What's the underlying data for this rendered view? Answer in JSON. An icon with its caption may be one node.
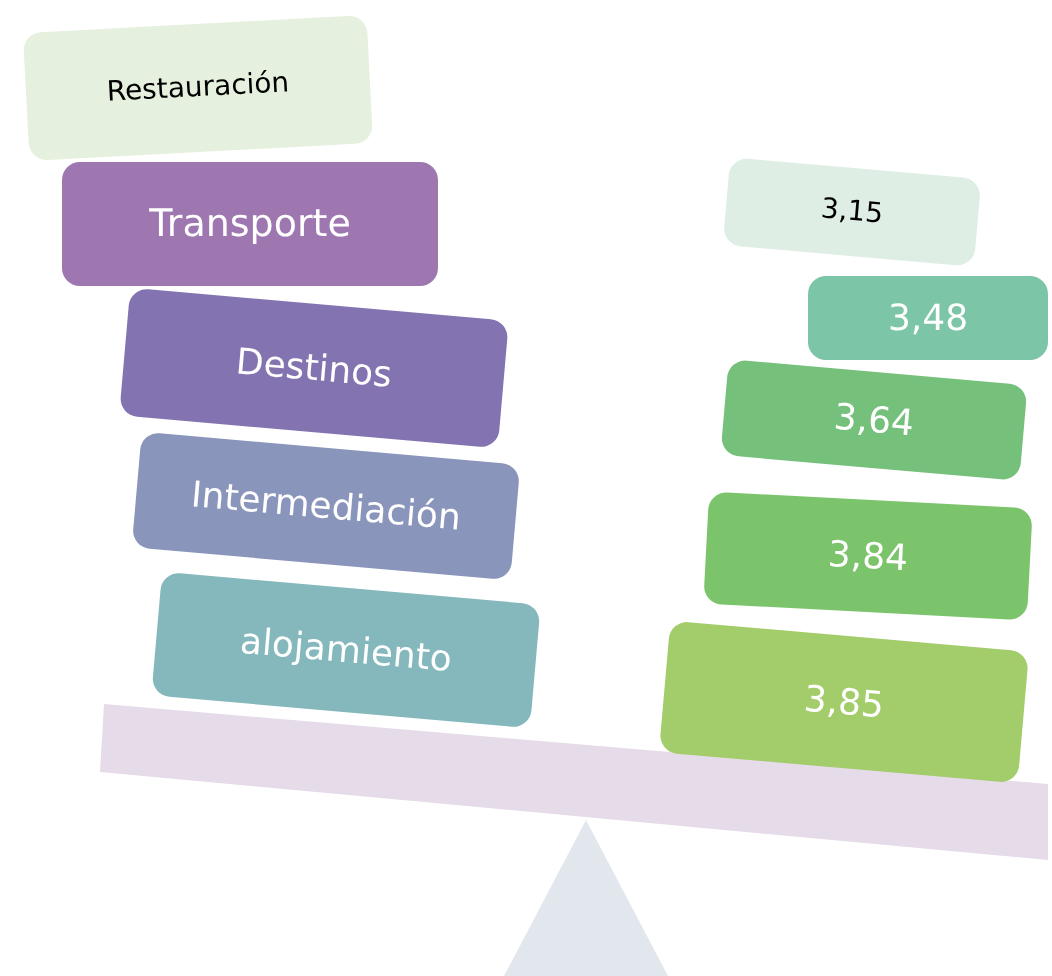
{
  "diagram": {
    "nodes": [
      {
        "text": [
          "Restauración"
        ]
      },
      {
        "text": [
          "Transporte"
        ]
      },
      {
        "text": [
          "Destinos"
        ]
      },
      {
        "text": [
          "Intermediación"
        ]
      },
      {
        "text": [
          "alojamiento"
        ]
      },
      {
        "text": [
          "3,15"
        ]
      },
      {
        "text": [
          "3,48"
        ]
      },
      {
        "text": [
          "3,64"
        ]
      },
      {
        "text": [
          "3,84"
        ]
      },
      {
        "text": [
          "3,85"
        ]
      }
    ]
  }
}
